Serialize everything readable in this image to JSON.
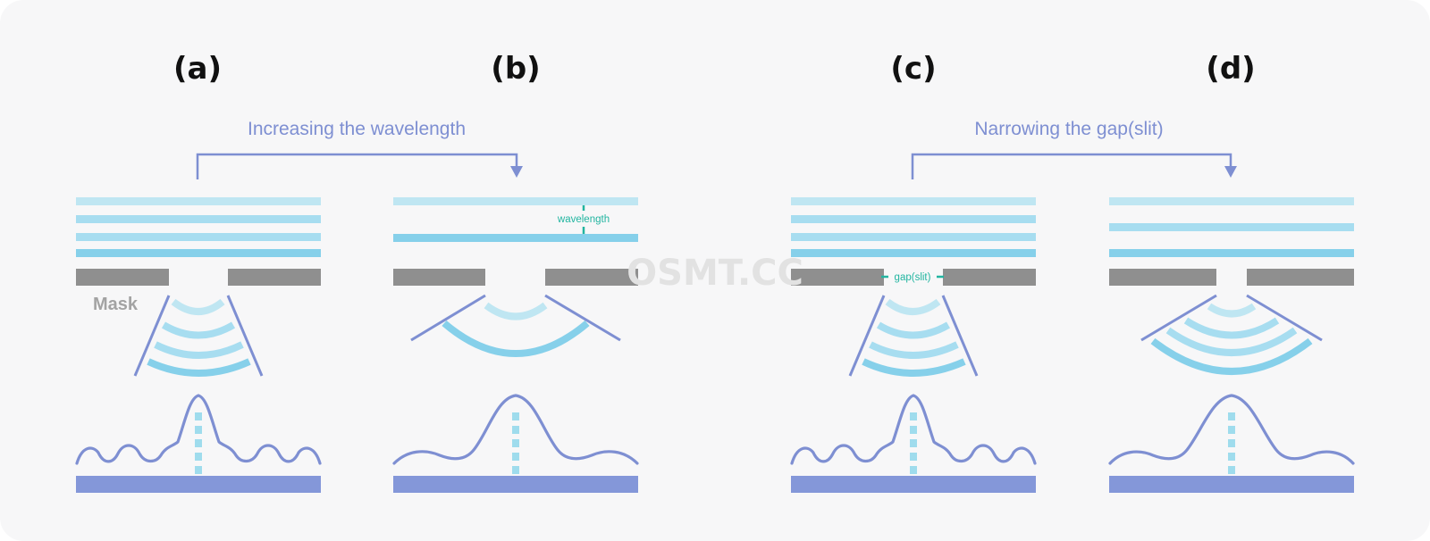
{
  "panels": [
    {
      "id": "a",
      "label": "(a)"
    },
    {
      "id": "b",
      "label": "(b)"
    },
    {
      "id": "c",
      "label": "(c)"
    },
    {
      "id": "d",
      "label": "(d)"
    }
  ],
  "arrows": [
    {
      "caption": "Increasing the wavelength"
    },
    {
      "caption": "Narrowing the gap(slit)"
    }
  ],
  "annotations": {
    "mask": "Mask",
    "wavelength": "wavelength",
    "gap": "gap(slit)"
  },
  "watermark": "OSMT.CC",
  "colors": {
    "background": "#f7f7f8",
    "arrow": "#7e8fd2",
    "caption": "#7e8fd2",
    "wave_light": "#bfe6f2",
    "wave_mid": "#a7ddf0",
    "wave_dark": "#86d0ea",
    "mask": "#8f8f8f",
    "mask_label": "#a3a3a3",
    "annotation": "#22b5a0",
    "screen": "#8497d9",
    "intensity_curve": "#7e8fd2",
    "center_line": "#9fdced",
    "watermark": "#e2e2e2"
  }
}
